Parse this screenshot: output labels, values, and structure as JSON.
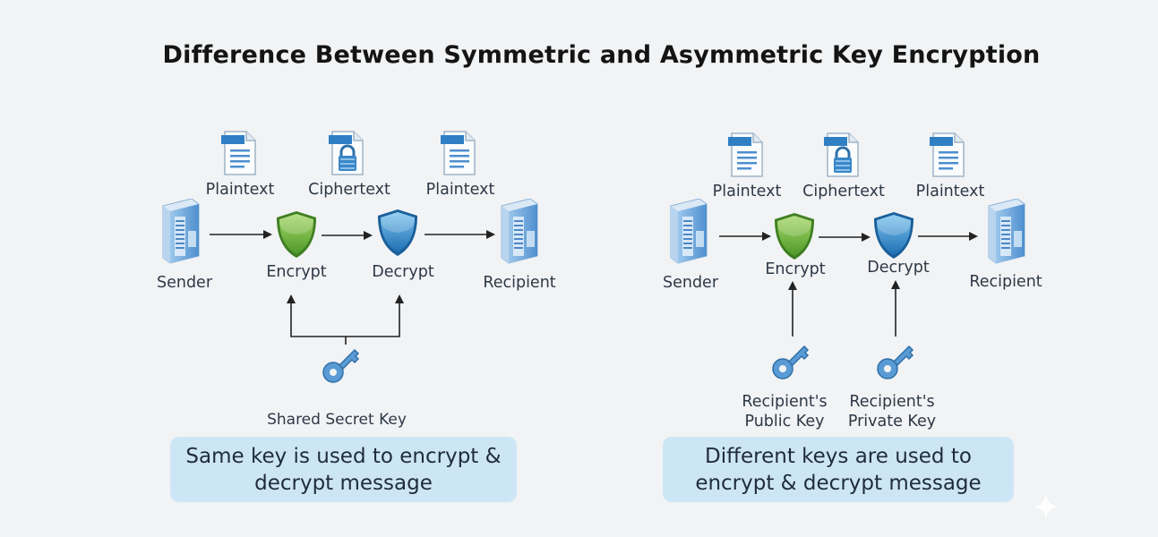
{
  "title": "Difference Between Symmetric and Asymmetric Key Encryption",
  "symmetric": {
    "plaintext_in": "Plaintext",
    "ciphertext": "Ciphertext",
    "plaintext_out": "Plaintext",
    "sender": "Sender",
    "encrypt": "Encrypt",
    "decrypt": "Decrypt",
    "recipient": "Recipient",
    "key_label": "Shared Secret Key",
    "summary_line1": "Same key is used to encrypt &",
    "summary_line2": "decrypt message"
  },
  "asymmetric": {
    "plaintext_in": "Plaintext",
    "ciphertext": "Ciphertext",
    "plaintext_out": "Plaintext",
    "sender": "Sender",
    "encrypt": "Encrypt",
    "decrypt": "Decrypt",
    "recipient": "Recipient",
    "public_key_line1": "Recipient's",
    "public_key_line2": "Public Key",
    "private_key_line1": "Recipient's",
    "private_key_line2": "Private Key",
    "summary_line1": "Different keys are used to",
    "summary_line2": "encrypt & decrypt message"
  },
  "colors": {
    "encrypt_shield": "#6db33f",
    "decrypt_shield": "#2f8fd0",
    "server": "#6fa8dc",
    "key": "#5b9bd5",
    "summary_bg": "#cde6f5"
  }
}
